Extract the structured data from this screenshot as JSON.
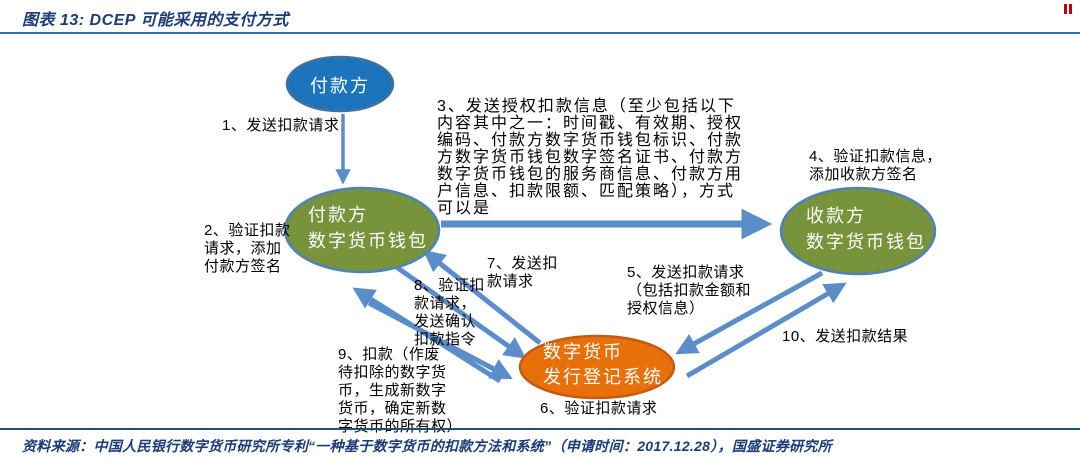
{
  "title": "图表 13: DCEP 可能采用的支付方式",
  "source": "资料来源：中国人民银行数字货币研究所专利“一种基于数字货币的扣款方法和系统”（申请时间：2017.12.28），国盛证券研究所",
  "colors": {
    "title_navy": "#1B3C78",
    "top_rule": "#2E74B5",
    "bottom_rule": "#1F4E79",
    "arrow": "#5B8DC9",
    "payer_fill": "#1C75BC",
    "payer_stroke": "#41719C",
    "wallet_fill": "#77933C",
    "wallet_stroke": "#4F81BD",
    "system_fill": "#E8700A",
    "system_stroke": "#C55A11",
    "corner_mark": "#C00000"
  },
  "nodes": {
    "payer": "付款方",
    "payer_wallet": "付款方\n数字货币钱包",
    "payee_wallet": "收款方\n数字货币钱包",
    "system": "数字货币\n发行登记系统"
  },
  "steps": {
    "s1": "1、发送扣款请求",
    "s2": "2、验证扣款\n请求，添加\n付款方签名",
    "s3": "3、发送授权扣款信息（至少包括以下\n内容其中之一：时间戳、有效期、授权\n编码、付款方数字货币钱包标识、付款\n方数字货币钱包数字签名证书、付款方\n数字货币钱包的服务商信息、付款方用\n户信息、扣款限额、匹配策略），方式\n可以是",
    "s4": "4、验证扣款信息，\n添加收款方签名",
    "s5": "5、发送扣款请求\n（包括扣款金额和\n授权信息）",
    "s6": "6、验证扣款请求",
    "s7": "7、发送扣\n款请求",
    "s8": "8、验证扣\n款请求，\n发送确认\n扣款指令",
    "s9": "9、扣款（作废\n待扣除的数字货\n币，生成新数字\n货币，确定新数\n字货币的所有权）",
    "s10": "10、发送扣款结果"
  }
}
